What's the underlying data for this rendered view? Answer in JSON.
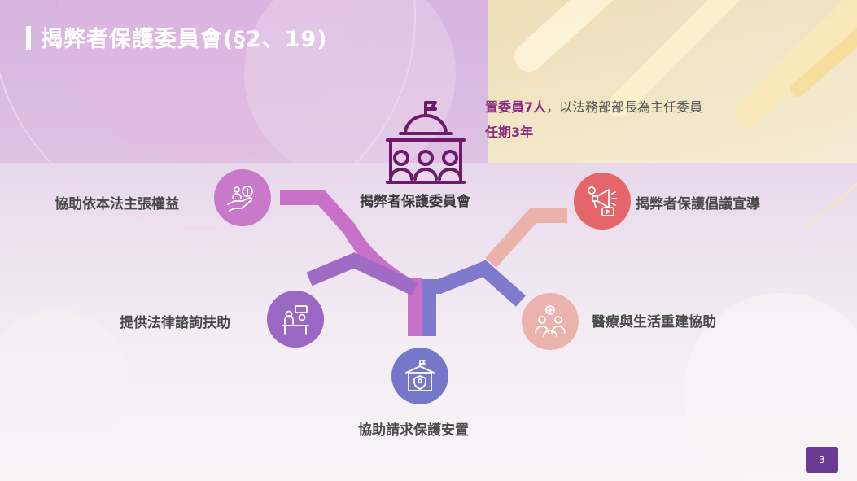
{
  "slide": {
    "title": "揭弊者保護委員會(§2、19)",
    "page_number": "3"
  },
  "center": {
    "label": "揭弊者保護委員會",
    "icon": "government-building-people-icon"
  },
  "info": {
    "line1_highlight": "置委員7人",
    "line1_rest": "，以法務部部長為主任委員",
    "line2": "任期3年"
  },
  "functions": [
    {
      "label": "協助依本法主張權益",
      "icon": "hand-money-icon",
      "color": "#c879c9"
    },
    {
      "label": "提供法律諮詢扶助",
      "icon": "consultation-desk-icon",
      "color": "#9a67c2"
    },
    {
      "label": "協助請求保護安置",
      "icon": "protected-house-icon",
      "color": "#7677c9"
    },
    {
      "label": "醫療與生活重建協助",
      "icon": "medical-people-icon",
      "color": "#eab3ad"
    },
    {
      "label": "揭弊者保護倡議宣導",
      "icon": "megaphone-icon",
      "color": "#e4656a"
    }
  ]
}
